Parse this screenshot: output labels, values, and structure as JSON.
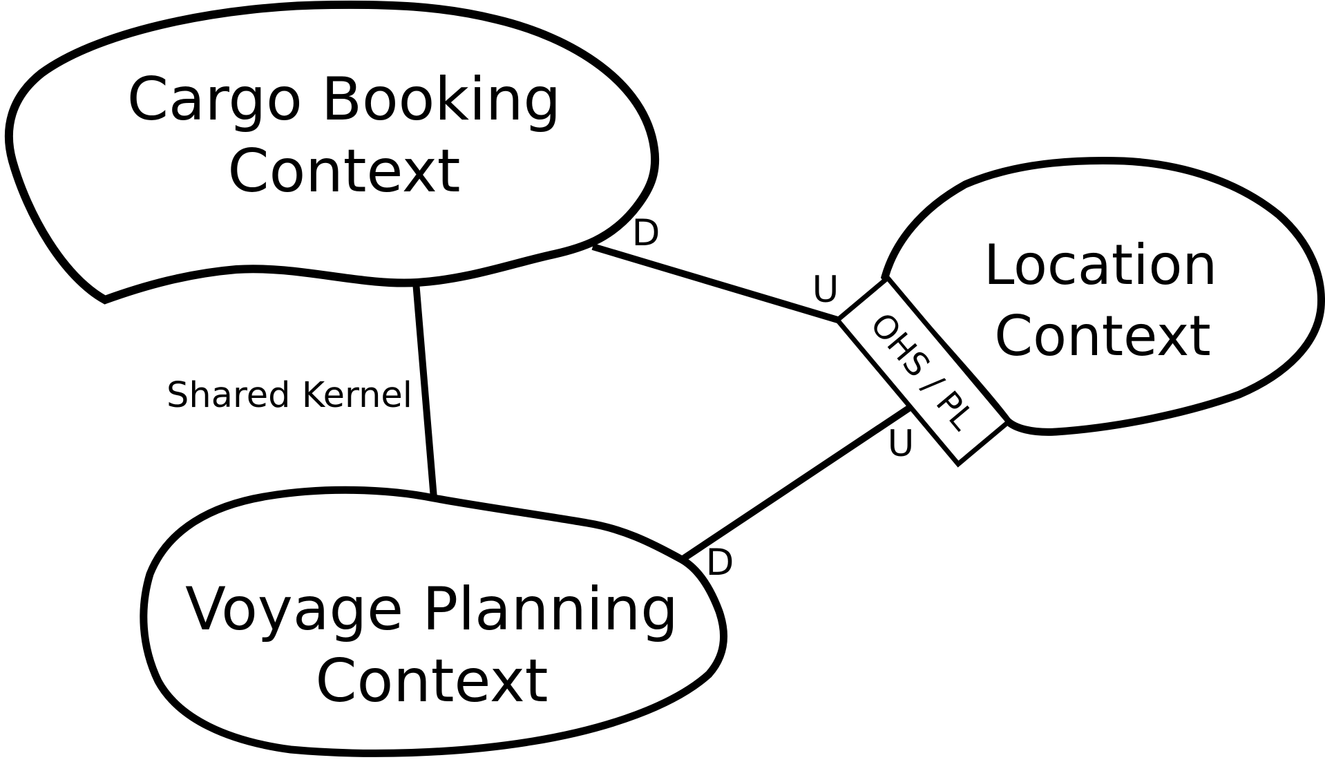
{
  "colors": {
    "stroke": "#000000",
    "background": "#ffffff",
    "text": "#000000"
  },
  "contexts": {
    "cargo_booking": {
      "line1": "Cargo Booking",
      "line2": "Context"
    },
    "location": {
      "line1": "Location",
      "line2": "Context"
    },
    "voyage_planning": {
      "line1": "Voyage Planning",
      "line2": "Context"
    }
  },
  "relationships": {
    "cargo_voyage": {
      "label": "Shared Kernel"
    },
    "cargo_location": {
      "downstream": "D",
      "upstream": "U"
    },
    "voyage_location": {
      "downstream": "D",
      "upstream": "U"
    },
    "translator": {
      "label": "OHS / PL"
    }
  }
}
